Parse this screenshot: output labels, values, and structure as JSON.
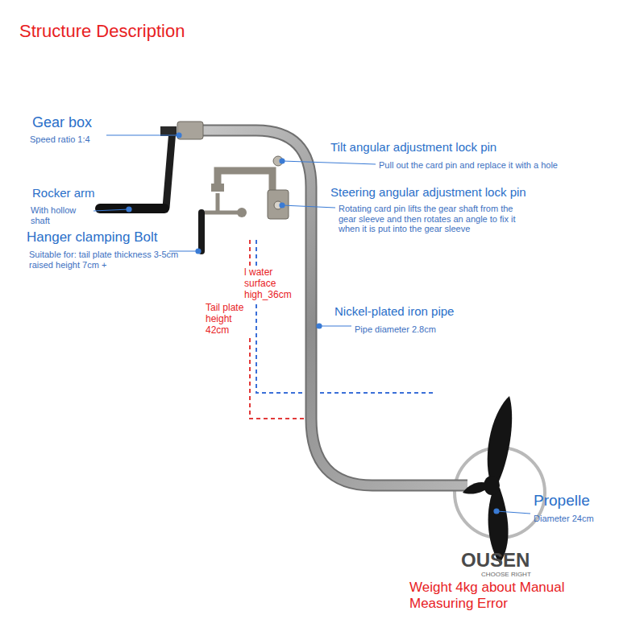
{
  "diagram": {
    "title": "Structure Description",
    "labels": [
      "Gear box",
      "Speed ratio 1:4",
      "Rocker arm",
      "With hollow shaft",
      "Hanger clamping Bolt",
      "Suitable for: tail plate thickness 3-5cm raised height 7cm +",
      "Tilt angular adjustment lock pin",
      "Pull out the card pin and replace it with a hole",
      "Steering angular adjustment lock pin",
      "Rotating card pin lifts the gear shaft from the gear sleeve and then rotates an angle to fix it when it is put into the gear sleeve",
      "l water surface high_36cm",
      "Tail plate height 42cm",
      "Nickel-plated iron pipe",
      "Pipe diameter 2.8cm",
      "Propelle",
      "Diameter 24cm",
      "OUSEN",
      "CHOOSE RIGHT",
      "Weight 4kg about Manual Measuring Error"
    ]
  }
}
